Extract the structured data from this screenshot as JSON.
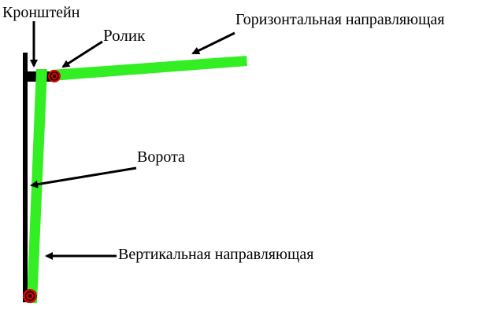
{
  "labels": {
    "bracket": "Кронштейн",
    "roller": "Ролик",
    "horizontal_guide": "Горизонтальная направляющая",
    "gate": "Ворота",
    "vertical_guide": "Вертикальная направляющая"
  },
  "colors": {
    "guide": "#33ee22",
    "frame": "#000000",
    "roller_ring": "#dd0000",
    "roller_center": "#000000",
    "background": "#ffffff"
  }
}
